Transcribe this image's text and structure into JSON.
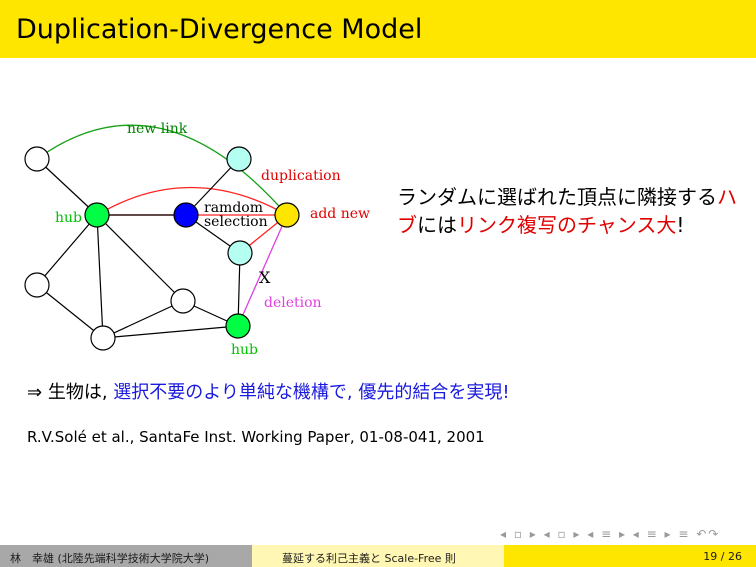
{
  "slide": {
    "title": "Duplication-Divergence Model"
  },
  "diagram": {
    "label_new_link": "new link",
    "label_duplication": "duplication",
    "label_hub_left": "hub",
    "label_random_1": "ramdom",
    "label_random_2": "selection",
    "label_add_new": "add new",
    "label_x": "X",
    "label_deletion": "deletion",
    "label_hub_bottom": "hub"
  },
  "right_text": {
    "part1": "ランダムに選ばれた頂点に隣接する",
    "part2": "ハブ",
    "part3": "には",
    "part4": "リンク複写のチャンス",
    "part5": "大",
    "part6": "!"
  },
  "conclusion": {
    "arrow": "⇒",
    "text1": "生物は,",
    "text2": "選択不要のより単純な機構で,",
    "text3": "優先的結合を実現!"
  },
  "citation": "R.V.Solé et al., SantaFe Inst. Working Paper, 01-08-041, 2001",
  "footer": {
    "author": "林　幸雄 (北陸先端科学技術大学院大学)",
    "talk_title": "蔓延する利己主義と Scale-Free 則",
    "page": "19 / 26"
  },
  "nav_symbols": "◂ ▫ ▸ ◂ ▫ ▸ ◂ ≡ ▸ ◂ ≡ ▸ ≡ ↶↷",
  "colors": {
    "title_bar": "#ffe600",
    "hub": "#00ff44",
    "random_node": "#0000ff",
    "new_node": "#ffe600",
    "duplicated_node": "#b4fff2",
    "red_link": "#ff2020",
    "new_link_green": "#18a018",
    "deletion": "#e040e0"
  }
}
